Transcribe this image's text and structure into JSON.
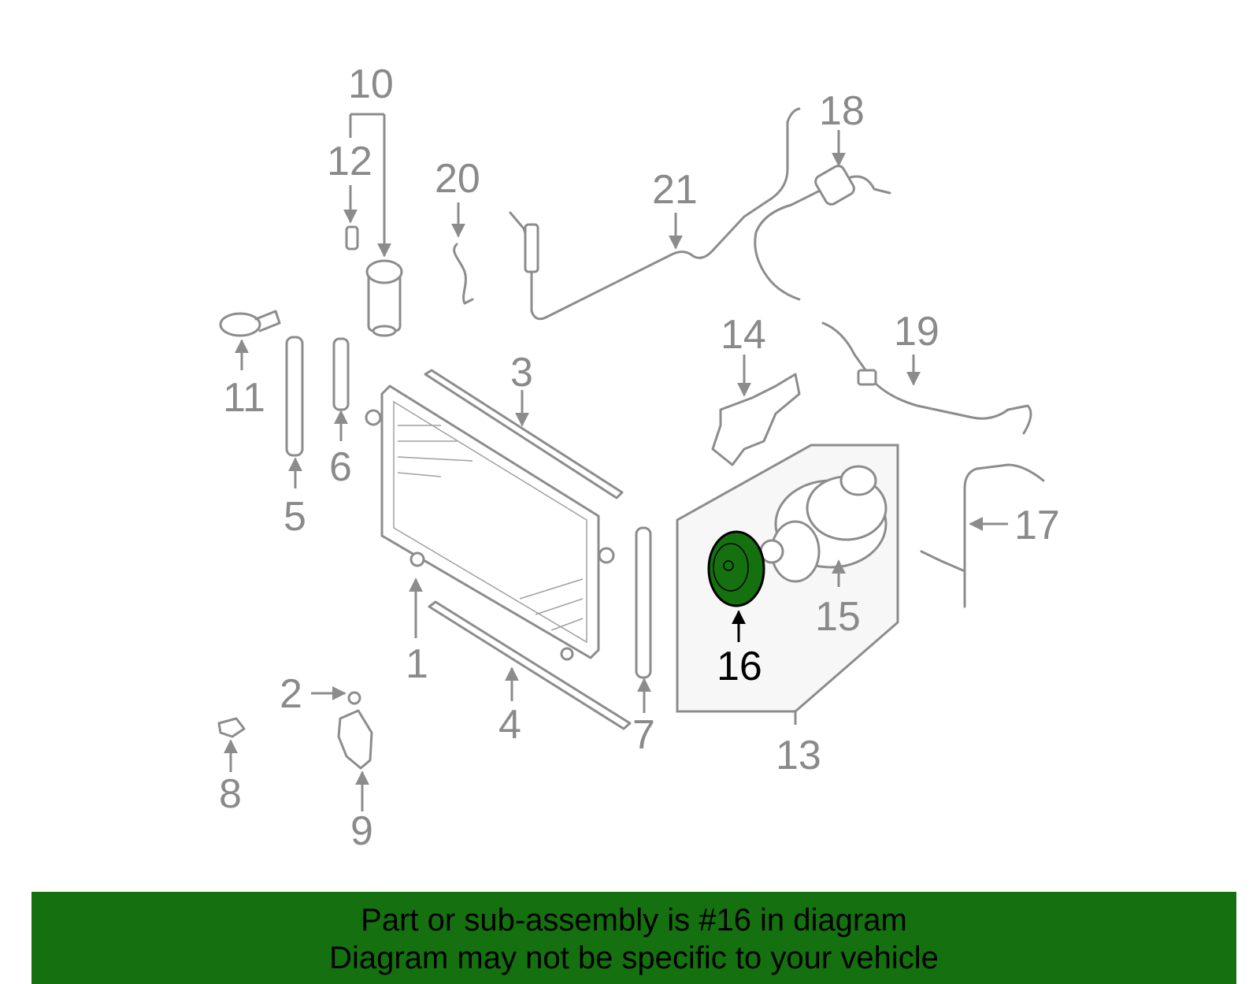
{
  "diagram": {
    "highlighted_part": "16",
    "callouts": {
      "c1": "1",
      "c2": "2",
      "c3": "3",
      "c4": "4",
      "c5": "5",
      "c6": "6",
      "c7": "7",
      "c8": "8",
      "c9": "9",
      "c10": "10",
      "c11": "11",
      "c12": "12",
      "c13": "13",
      "c14": "14",
      "c15": "15",
      "c16": "16",
      "c17": "17",
      "c18": "18",
      "c19": "19",
      "c20": "20",
      "c21": "21"
    },
    "colors": {
      "part_line": "#8c8c8c",
      "highlight": "#157010",
      "highlight_callout": "#000000",
      "assembly_box": "#f7f7f7"
    }
  },
  "banner": {
    "line1": "Part or sub-assembly is #16 in diagram",
    "line2": "Diagram may not be specific to your vehicle",
    "background": "#157010"
  }
}
